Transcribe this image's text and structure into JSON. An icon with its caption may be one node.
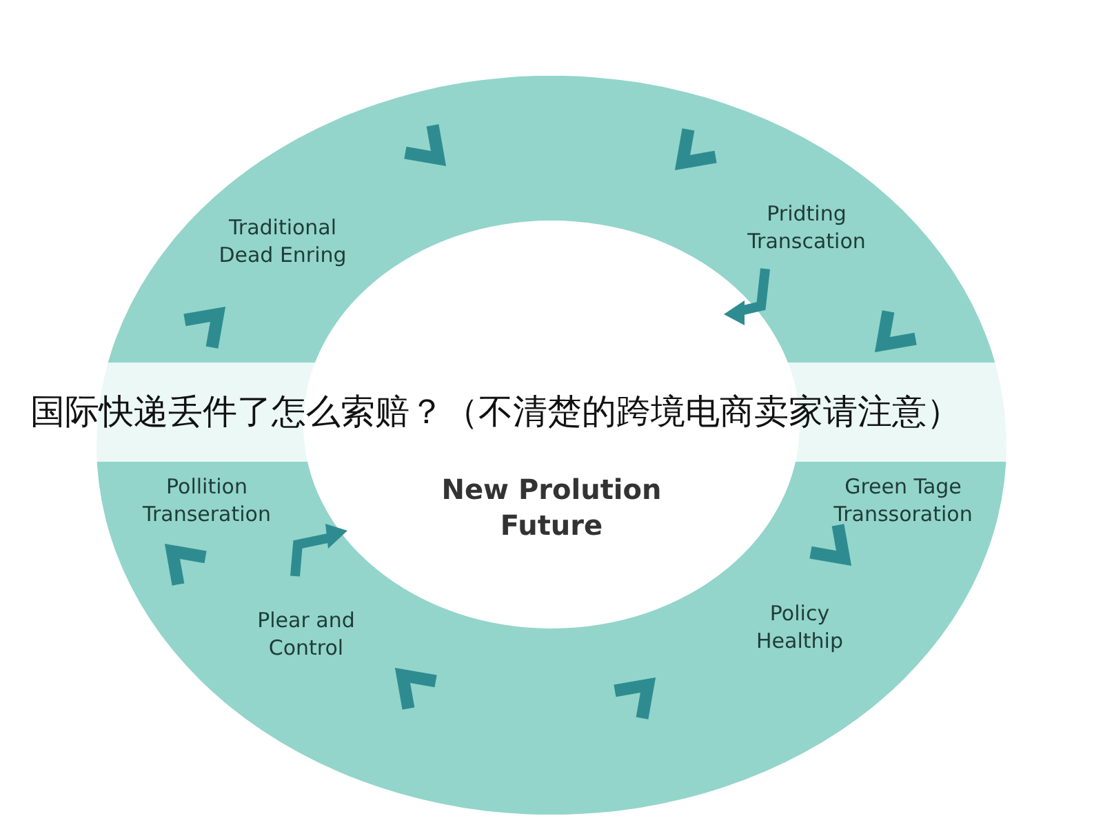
{
  "diagram": {
    "title": "国际快递丢件了怎么索赔？（不清楚的跨境电商卖家请注意）",
    "nodes": [
      {
        "text": [
          "Traditional Dead Enring",
          "Pridting Transcation",
          "Pollition Transeration",
          "Green Tage Transsoration",
          "Plear and Control",
          "Policy Healthip"
        ]
      }
    ],
    "labels": [
      "New Prolution Future"
    ]
  }
}
